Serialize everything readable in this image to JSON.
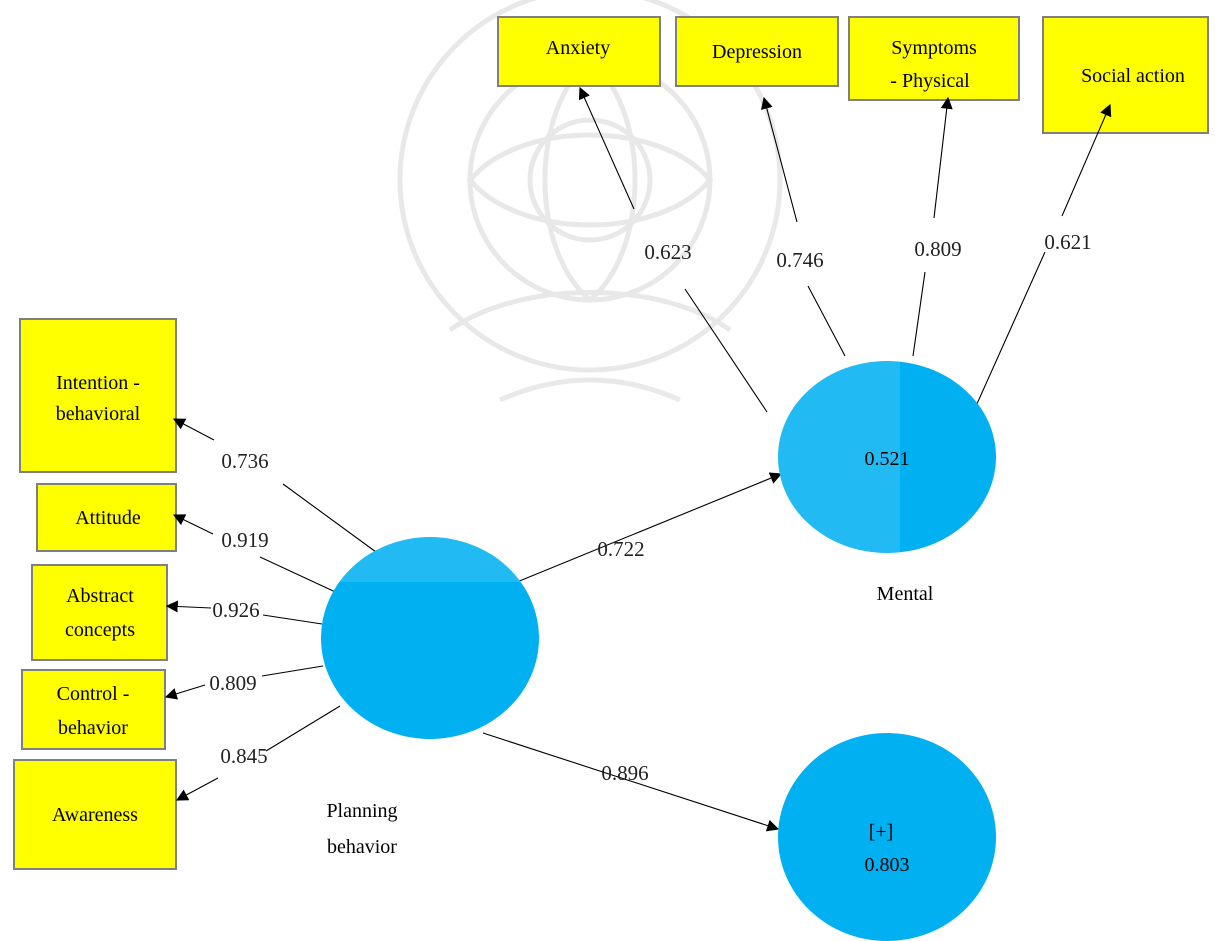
{
  "colors": {
    "indicator_fill": "#ffff00",
    "indicator_border": "#7f7f7f",
    "construct_fill": "#00b0f0",
    "arrow": "#000000"
  },
  "constructs": {
    "planning": {
      "name_line1": "Planning",
      "name_line2": "behavior"
    },
    "mental": {
      "name": "Mental",
      "r2": "0.521"
    },
    "plus": {
      "line1": "[+]",
      "line2": "0.803"
    }
  },
  "indicators": {
    "intention": {
      "line1": "Intention -",
      "line2": "behavioral"
    },
    "attitude": {
      "line1": "Attitude"
    },
    "abstract": {
      "line1": "Abstract",
      "line2": "concepts"
    },
    "control": {
      "line1": "Control -",
      "line2": "behavior"
    },
    "awareness": {
      "line1": "Awareness"
    },
    "anxiety": {
      "line1": "Anxiety"
    },
    "depression": {
      "line1": "Depression"
    },
    "symptoms": {
      "line1": "Symptoms",
      "line2": "- Physical"
    },
    "social": {
      "line1": "Social action"
    }
  },
  "paths": {
    "intention": "0.736",
    "attitude": "0.919",
    "abstract": "0.926",
    "control": "0.809",
    "awareness": "0.845",
    "mental": "0.722",
    "plus": "0.896",
    "anxiety": "0.623",
    "depression": "0.746",
    "symptoms": "0.809",
    "social": "0.621"
  }
}
